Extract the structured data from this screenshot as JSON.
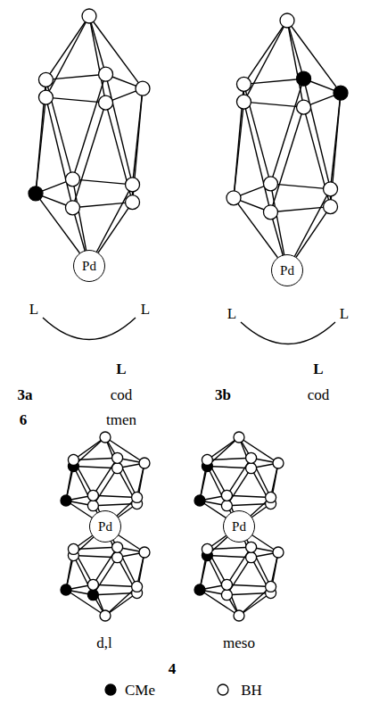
{
  "diagram": {
    "nodes": [
      {
        "text": [
          "Pd"
        ]
      },
      {
        "text": [
          "Pd"
        ]
      },
      {
        "text": [
          "Pd"
        ]
      },
      {
        "text": [
          "Pd"
        ]
      }
    ],
    "labels": [
      "L",
      "L",
      "L",
      "L",
      "L",
      "3a",
      "cod",
      "6",
      "tmen",
      "L",
      "3b",
      "cod",
      "d,l",
      "meso",
      "4"
    ],
    "legend": [
      {
        "text": "CMe"
      },
      {
        "text": "BH"
      }
    ]
  }
}
